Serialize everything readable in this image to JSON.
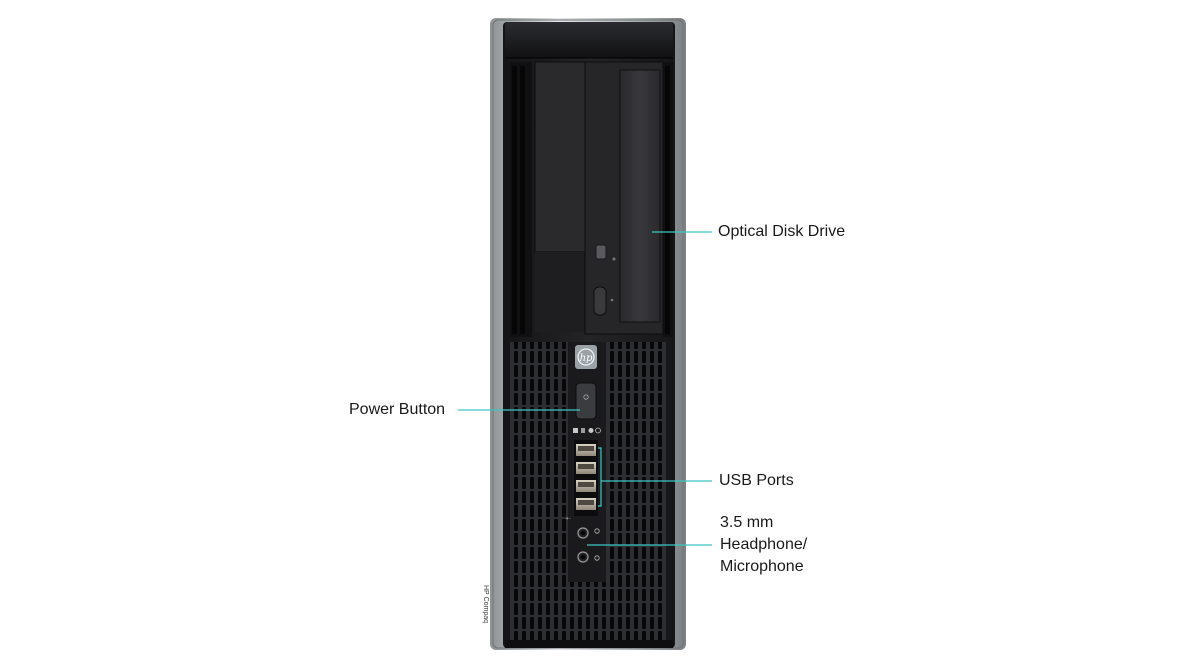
{
  "product": {
    "brand_mark_text": "HP Compaq",
    "logo_icon": "hp-logo-icon"
  },
  "callouts": {
    "optical_drive": "Optical Disk Drive",
    "power_button": "Power Button",
    "usb_ports": "USB Ports",
    "audio_jacks": [
      "3.5 mm",
      "Headphone/",
      "Microphone"
    ]
  },
  "colors": {
    "leader_line": "#3cc7c4",
    "chassis_frame": "#b9bcbf",
    "bezel": "#1c1c1e",
    "background": "#ffffff"
  }
}
